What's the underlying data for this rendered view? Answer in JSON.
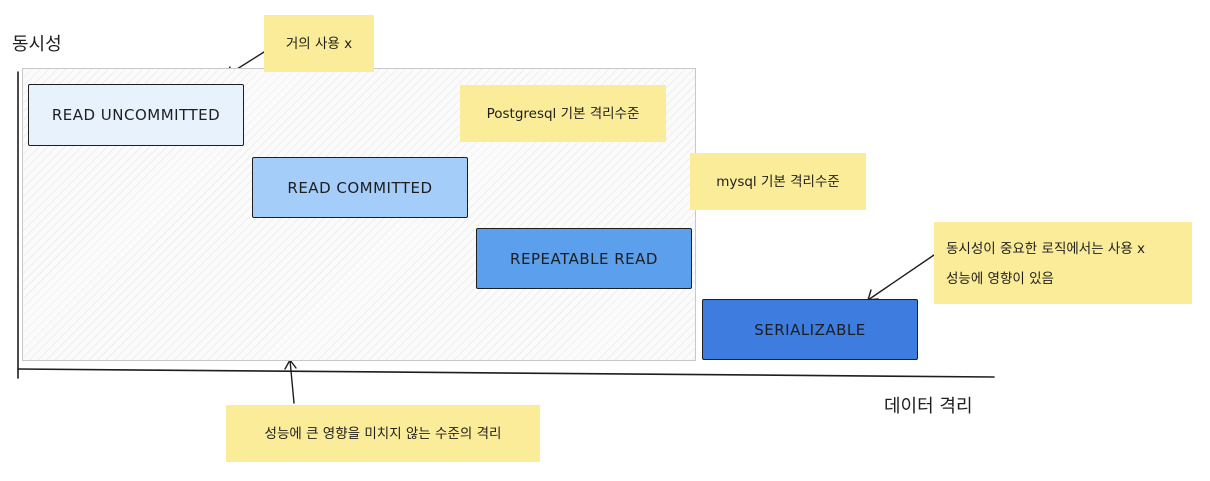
{
  "axes": {
    "y_label": "동시성",
    "x_label": "데이터 격리"
  },
  "levels": [
    {
      "name": "READ UNCOMMITTED",
      "fill": "#e7f2fd"
    },
    {
      "name": "READ COMMITTED",
      "fill": "#a5cdfa"
    },
    {
      "name": "REPEATABLE READ",
      "fill": "#5b9fed"
    },
    {
      "name": "SERIALIZABLE",
      "fill": "#3f7cdf"
    }
  ],
  "notes": {
    "read_uncommitted": "거의 사용 x",
    "read_committed": "Postgresql 기본 격리수준",
    "repeatable_read": "mysql 기본 격리수준",
    "serializable_line1": "동시성이 중요한 로직에서는 사용 x",
    "serializable_line2": "성능에 영향이 있음",
    "region": "성능에 큰 영향을 미치지 않는 수준의 격리"
  },
  "colors": {
    "note_fill": "#fbec9a",
    "stroke": "#1e1e1e"
  }
}
